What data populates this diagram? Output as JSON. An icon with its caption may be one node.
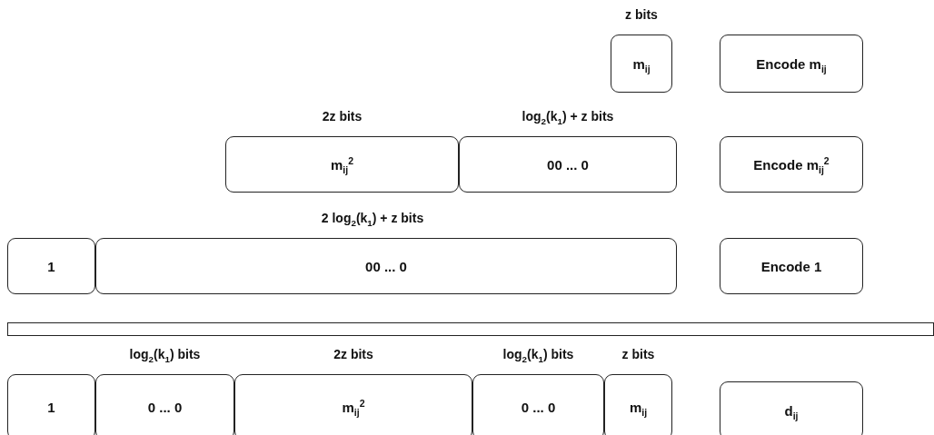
{
  "diagram": {
    "nodes": [
      {
        "text": [
          "m$_{ij}$"
        ],
        "beside": [
          "z bits"
        ]
      },
      {
        "text": [
          "Encode m$_{ij}$"
        ]
      },
      {
        "text": [
          "m$_{ij}$$^{2}$"
        ],
        "beside": [
          "2z bits"
        ]
      },
      {
        "text": [
          "00 ... 0"
        ],
        "beside": [
          "log$_{2}$(k$_{1}$) + z bits"
        ]
      },
      {
        "text": [
          "Encode m$_{ij}$$^{2}$"
        ]
      },
      {
        "text": [
          "1"
        ]
      },
      {
        "text": [
          "00 ... 0"
        ],
        "beside": [
          "2 log$_{2}$(k$_{1}$) + z bits"
        ]
      },
      {
        "text": [
          "Encode 1"
        ]
      },
      {
        "text": [],
        "shape": "bar"
      },
      {
        "text": [
          "1"
        ]
      },
      {
        "text": [
          "0 ... 0"
        ],
        "beside": [
          "log$_{2}$(k$_{1}$) bits"
        ]
      },
      {
        "text": [
          "m$_{ij}$$^{2}$"
        ],
        "beside": [
          "2z bits"
        ]
      },
      {
        "text": [
          "0 ... 0"
        ],
        "beside": [
          "log$_{2}$(k$_{1}$) bits"
        ]
      },
      {
        "text": [
          "m$_{ij}$"
        ],
        "beside": [
          "z bits"
        ]
      },
      {
        "text": [
          "d$_{ij}$"
        ]
      }
    ]
  }
}
